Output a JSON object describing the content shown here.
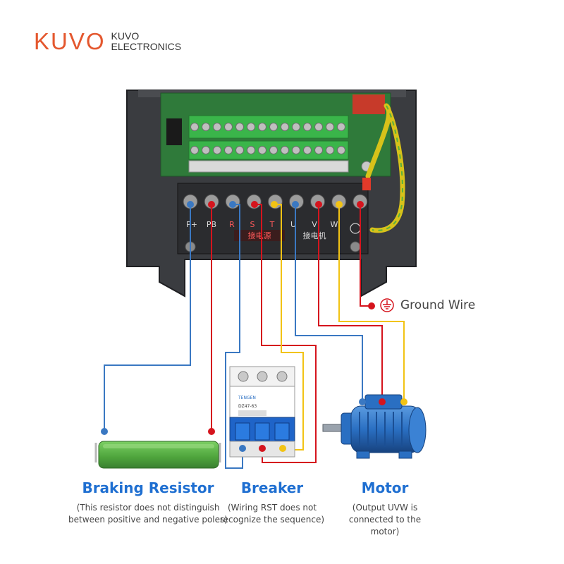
{
  "brand": {
    "logo_mark": "KUVO",
    "name_line1": "KUVO",
    "name_line2": "ELECTRONICS"
  },
  "terminals": {
    "labels": [
      "P+",
      "PB",
      "R",
      "S",
      "T",
      "U",
      "V",
      "W"
    ],
    "input_label": "接电源",
    "output_label": "接电机"
  },
  "breaker": {
    "brand_text": "TENGEN",
    "model_text": "DZ47-63"
  },
  "components": {
    "ground": {
      "label": "Ground Wire"
    },
    "braking_resistor": {
      "title": "Braking Resistor",
      "note": "(This resistor does not distinguish between positive and negative poles)"
    },
    "breaker": {
      "title": "Breaker",
      "note": "(Wiring RST does not recognize the sequence)"
    },
    "motor": {
      "title": "Motor",
      "note": "(Output UVW is connected to the motor)"
    }
  },
  "colors": {
    "wire_blue": "#3a78c2",
    "wire_red": "#d5141d",
    "wire_yellow": "#f2c314",
    "title_blue": "#1f6fd1",
    "brand_orange": "#e4572e",
    "terminal_green": "#3ab54a",
    "resistor_green": "#57b04a",
    "motor_blue": "#2a6fc2"
  }
}
